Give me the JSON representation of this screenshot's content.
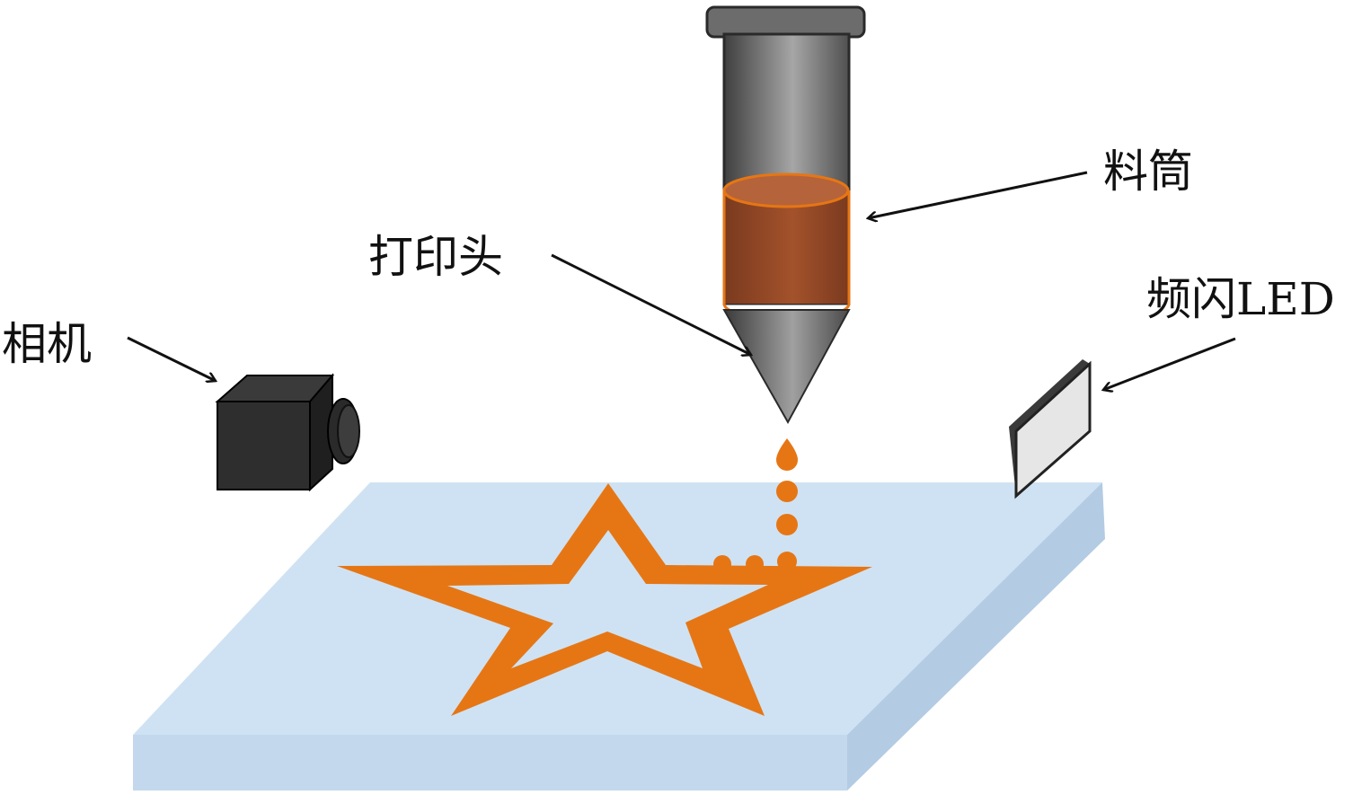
{
  "labels": {
    "barrel": "料筒",
    "print_head": "打印头",
    "camera": "相机",
    "strobe_led": "频闪LED"
  },
  "colors": {
    "platform_top": "#cfe2f3",
    "platform_side": "#b9d0e6",
    "platform_front": "#a9c1dc",
    "ink": "#e67614",
    "ink_fill": "#8a4324",
    "metal_dark": "#4a4a4a",
    "metal_light": "#9a9a9a",
    "camera_body": "#2c2c2c",
    "led_panel": "#e6e6e6"
  },
  "icons": {
    "barrel": "syringe-barrel-icon",
    "camera": "camera-icon",
    "led": "led-panel-icon",
    "star": "star-shape",
    "droplets": "droplet-icon"
  }
}
